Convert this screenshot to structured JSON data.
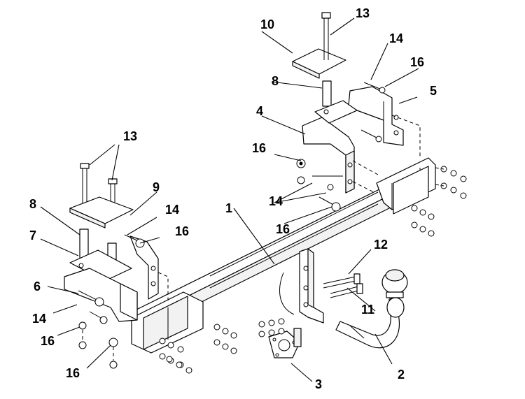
{
  "labels": {
    "l1": "1",
    "l2": "2",
    "l3": "3",
    "l4": "4",
    "l5": "5",
    "l6": "6",
    "l7": "7",
    "l8a": "8",
    "l8b": "8",
    "l9": "9",
    "l10": "10",
    "l11": "11",
    "l12": "12",
    "l13a": "13",
    "l13b": "13",
    "l14a": "14",
    "l14b": "14",
    "l14c": "14",
    "l14d": "14",
    "l16a": "16",
    "l16b": "16",
    "l16c": "16",
    "l16d": "16",
    "l16e": "16",
    "l16f": "16"
  }
}
